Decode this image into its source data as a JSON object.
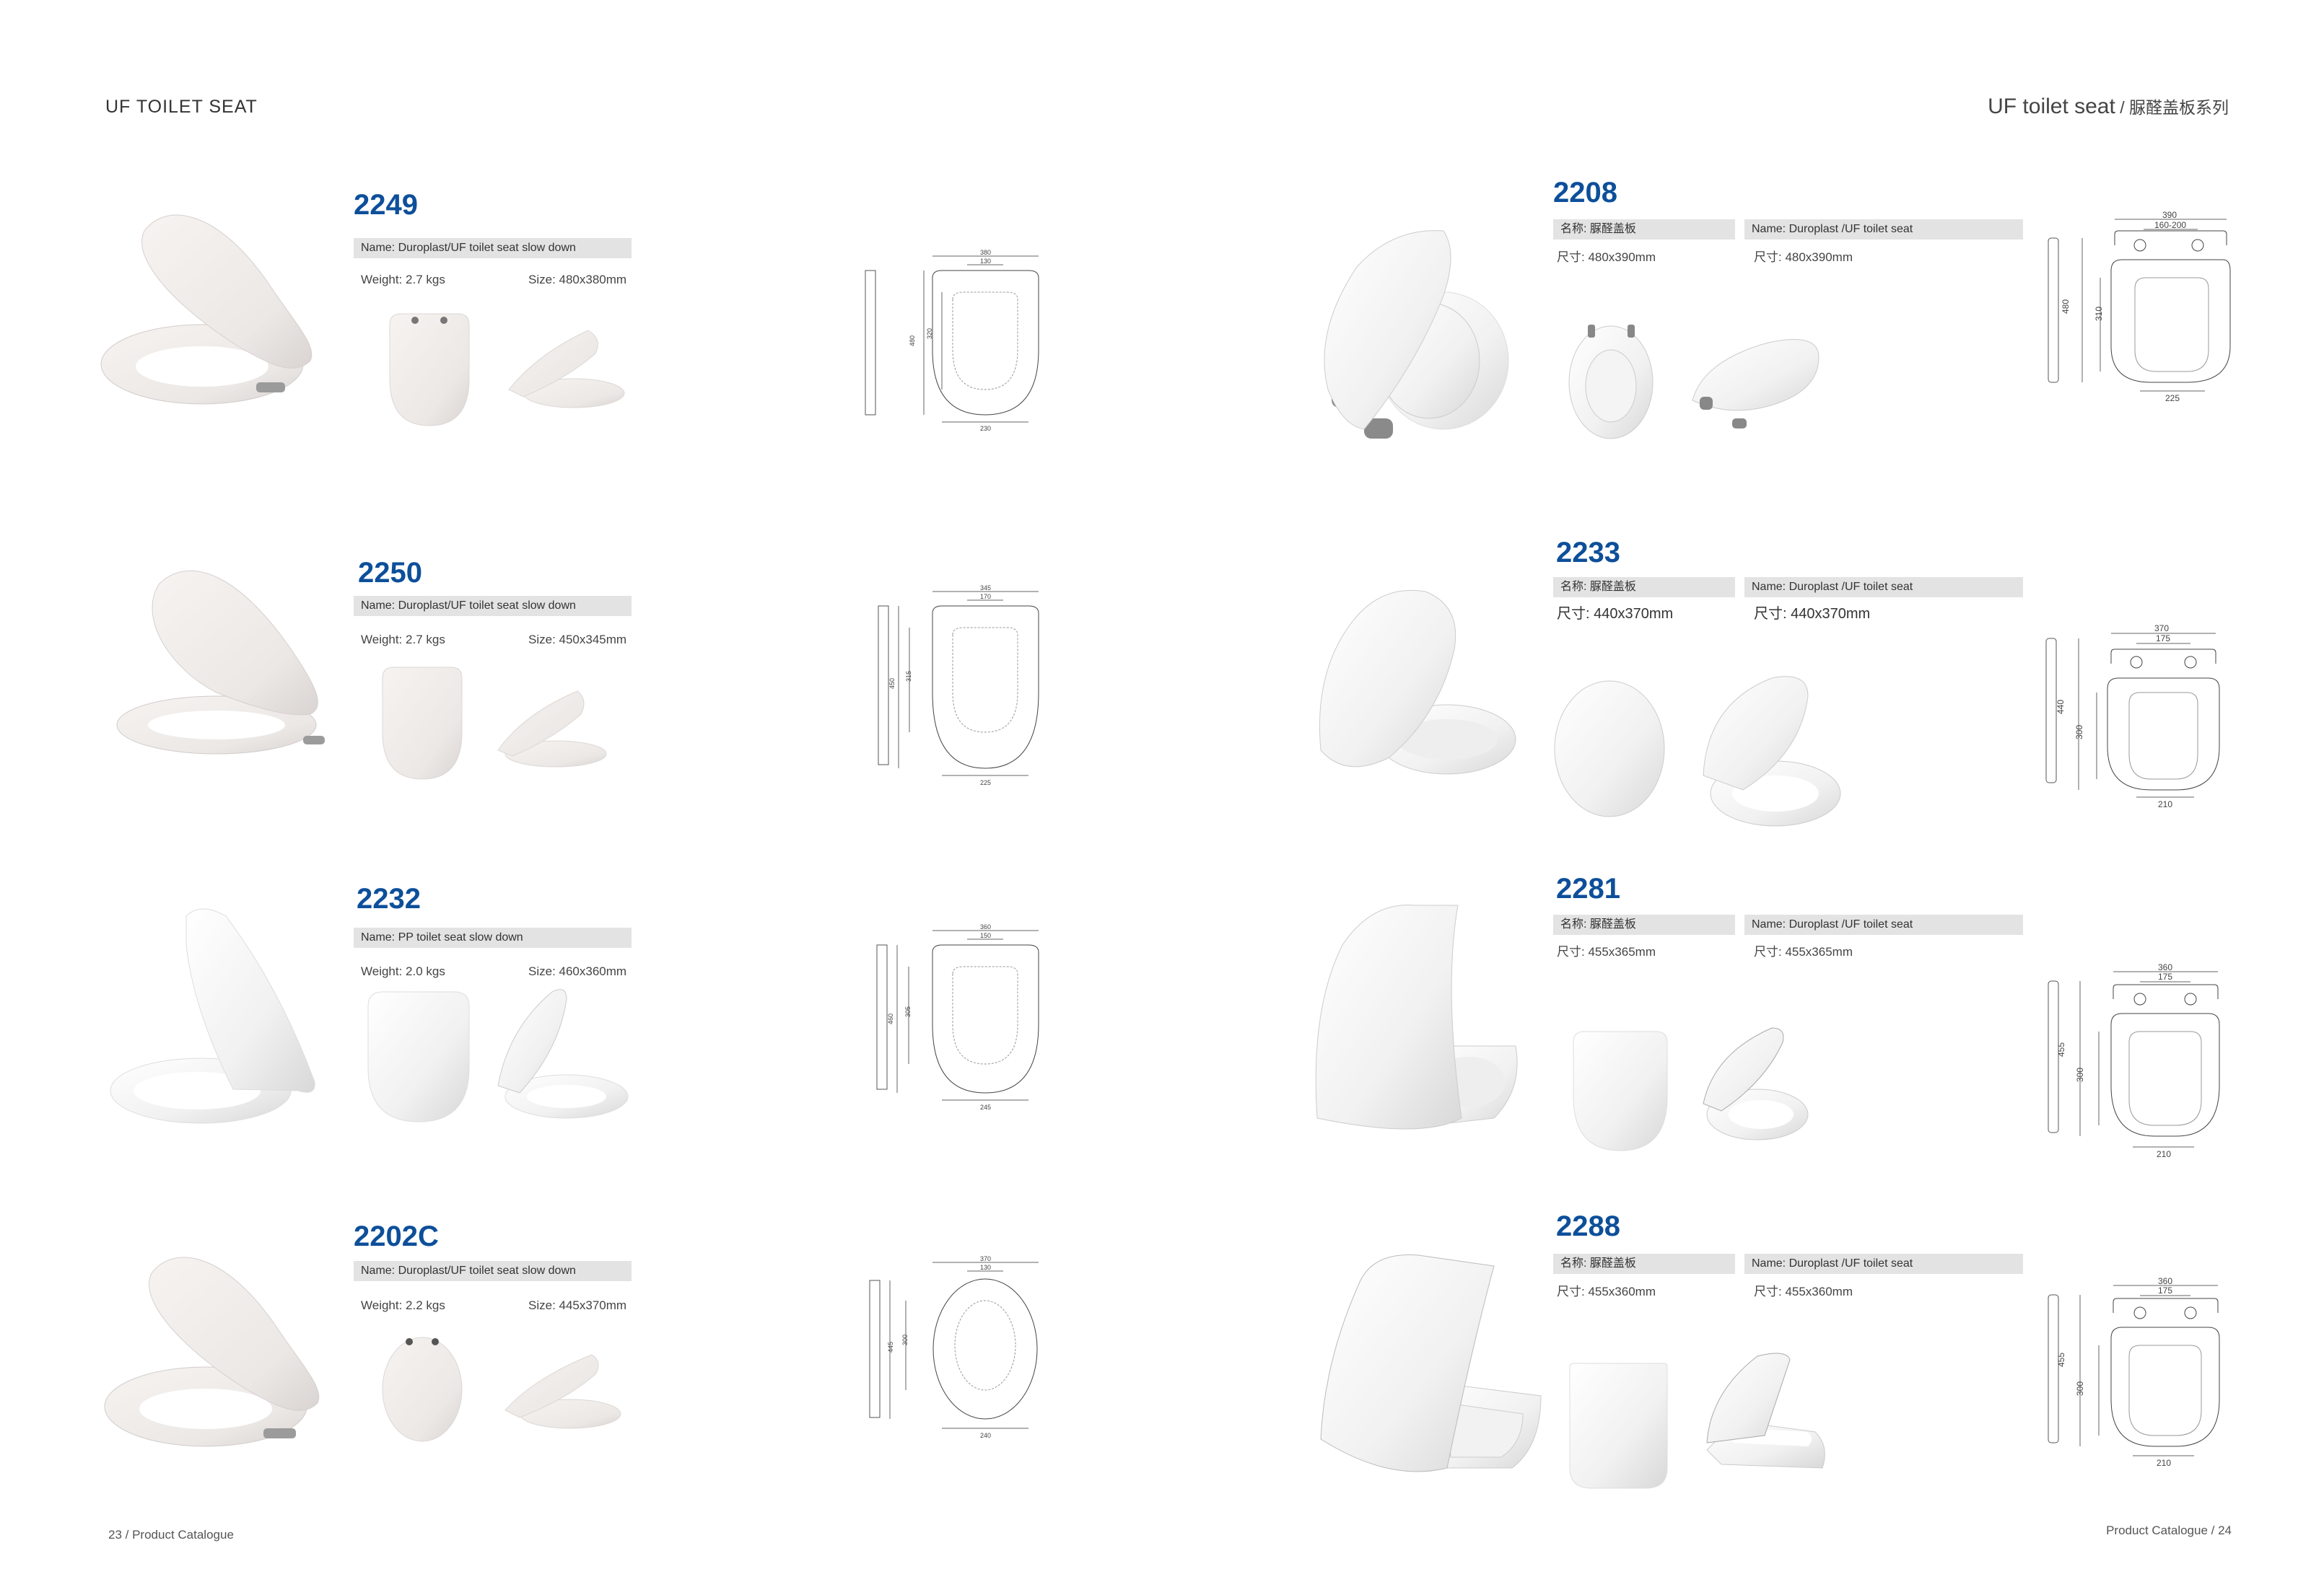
{
  "header": {
    "left": "UF  TOILET  SEAT",
    "right_en": "UF toilet seat",
    "right_cn": " / 脲醛盖板系列"
  },
  "footer": {
    "left": "23 / Product Catalogue",
    "right": "Product Catalogue / 24"
  },
  "left_products": [
    {
      "model": "2249",
      "name": "Name: Duroplast/UF toilet seat slow down",
      "weight": "Weight: 2.7 kgs",
      "size": "Size:  480x380mm",
      "dims": {
        "top": "380",
        "inner": "130",
        "height": "480",
        "inner_h": "320",
        "bottom": "230"
      }
    },
    {
      "model": "2250",
      "name": "Name: Duroplast/UF toilet seat slow down",
      "weight": "Weight: 2.7 kgs",
      "size": "Size:  450x345mm",
      "dims": {
        "top": "345",
        "inner": "170",
        "height": "450",
        "inner_h": "315",
        "bottom": "225"
      }
    },
    {
      "model": "2232",
      "name": "Name: PP toilet seat slow down",
      "weight": "Weight: 2.0 kgs",
      "size": "Size:  460x360mm",
      "dims": {
        "top": "360",
        "inner": "150",
        "height": "460",
        "inner_h": "305",
        "bottom": "245"
      }
    },
    {
      "model": "2202C",
      "name": "Name: Duroplast/UF toilet seat slow down",
      "weight": "Weight: 2.2 kgs",
      "size": "Size:  445x370mm",
      "dims": {
        "top": "370",
        "inner": "130",
        "height": "445",
        "inner_h": "300",
        "bottom": "240"
      }
    }
  ],
  "right_products": [
    {
      "model": "2208",
      "cn_name": "名称:   脲醛盖板",
      "cn_size": "尺寸:  480x390mm",
      "en_name": "Name:  Duroplast /UF toilet seat",
      "en_size": "尺寸:  480x390mm",
      "dims": {
        "top": "390",
        "inner": "160-200",
        "height": "480",
        "inner_h": "310",
        "bottom": "225"
      }
    },
    {
      "model": "2233",
      "cn_name": "名称:   脲醛盖板",
      "cn_size": "尺寸:  440x370mm",
      "en_name": "Name:  Duroplast /UF toilet seat",
      "en_size": "尺寸:  440x370mm",
      "dims": {
        "top": "370",
        "inner": "175",
        "height": "440",
        "inner_h": "300",
        "bottom": "210"
      }
    },
    {
      "model": "2281",
      "cn_name": "名称:   脲醛盖板",
      "cn_size": "尺寸:  455x365mm",
      "en_name": "Name:  Duroplast /UF toilet seat",
      "en_size": "尺寸:  455x365mm",
      "dims": {
        "top": "360",
        "inner": "175",
        "height": "455",
        "inner_h": "300",
        "bottom": "210"
      }
    },
    {
      "model": "2288",
      "cn_name": "名称:   脲醛盖板",
      "cn_size": "尺寸:  455x360mm",
      "en_name": "Name:  Duroplast /UF toilet seat",
      "en_size": "尺寸:  455x360mm",
      "dims": {
        "top": "360",
        "inner": "175",
        "height": "455",
        "inner_h": "300",
        "bottom": "210"
      }
    }
  ]
}
